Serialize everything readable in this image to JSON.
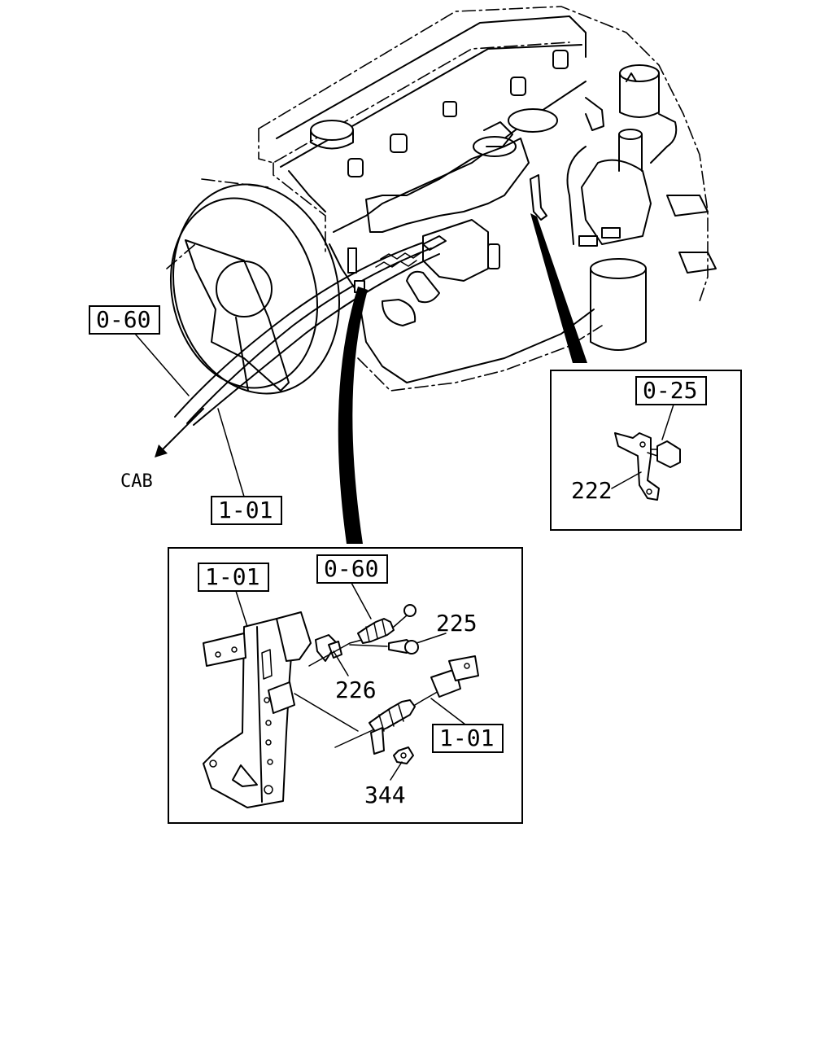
{
  "references": {
    "ref_0_60_top": "0-60",
    "ref_1_01_top": "1-01",
    "ref_0_25": "0-25",
    "ref_1_01_detail_left": "1-01",
    "ref_0_60_detail": "0-60",
    "ref_1_01_detail_right": "1-01"
  },
  "parts": {
    "p222": "222",
    "p225": "225",
    "p226": "226",
    "p344": "344"
  },
  "direction_label": "CAB"
}
